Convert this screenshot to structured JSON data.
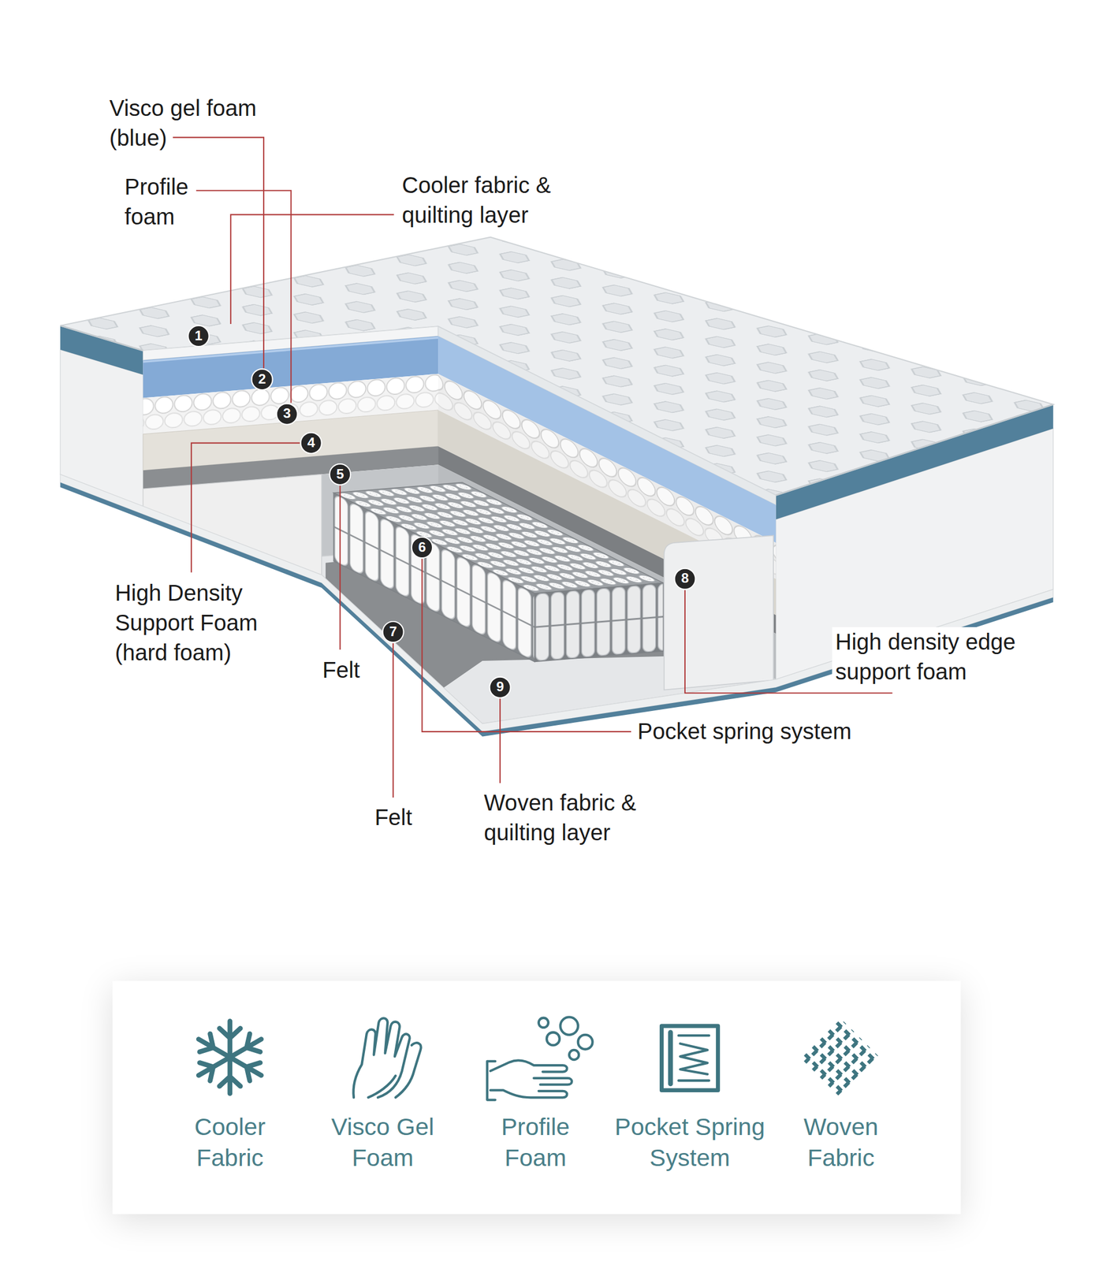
{
  "diagram": {
    "nodes": [
      {
        "text": [
          "Cooler Fabric",
          "Visco Gel Foam",
          "Profile Foam",
          "Pocket Spring System",
          "Woven Fabric"
        ]
      }
    ],
    "labels": [
      "Visco gel foam (blue)",
      "Profile foam",
      "Cooler fabric & quilting layer",
      "1",
      "2",
      "3",
      "4",
      "5",
      "6",
      "7",
      "8",
      "9",
      "High Density Support Foam (hard foam)",
      "Felt",
      "High density edge support foam",
      "Pocket spring system",
      "Felt",
      "Woven fabric & quilting layer"
    ]
  }
}
